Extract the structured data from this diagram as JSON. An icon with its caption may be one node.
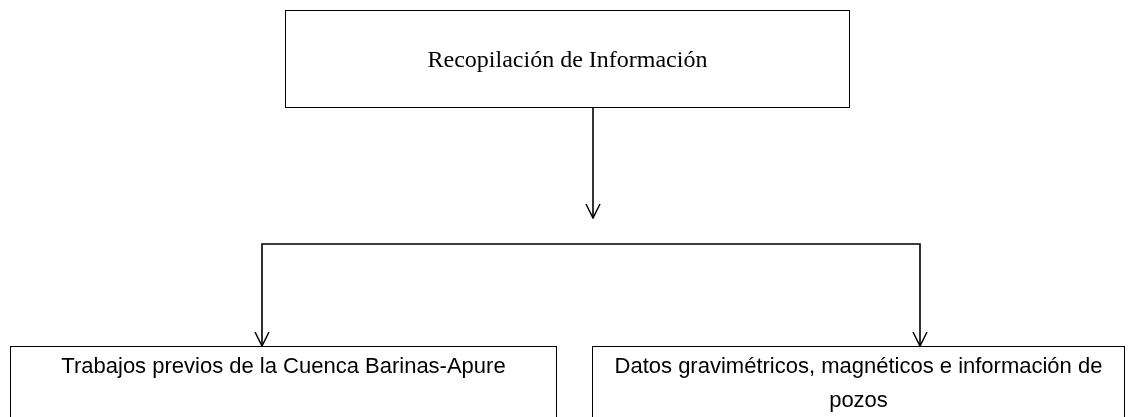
{
  "diagram": {
    "nodes": [
      {
        "text": [
          "Recopilación de Información"
        ]
      },
      {
        "text": [
          "Trabajos previos de la Cuenca Barinas-Apure"
        ]
      },
      {
        "text": [
          "Datos gravimétricos, magnéticos e información de pozos"
        ]
      }
    ],
    "edges": [
      {
        "from": 0,
        "to": null,
        "arrow": "to"
      },
      {
        "from": null,
        "to": 1,
        "arrow": "to"
      },
      {
        "from": null,
        "to": 2,
        "arrow": "to"
      }
    ]
  }
}
